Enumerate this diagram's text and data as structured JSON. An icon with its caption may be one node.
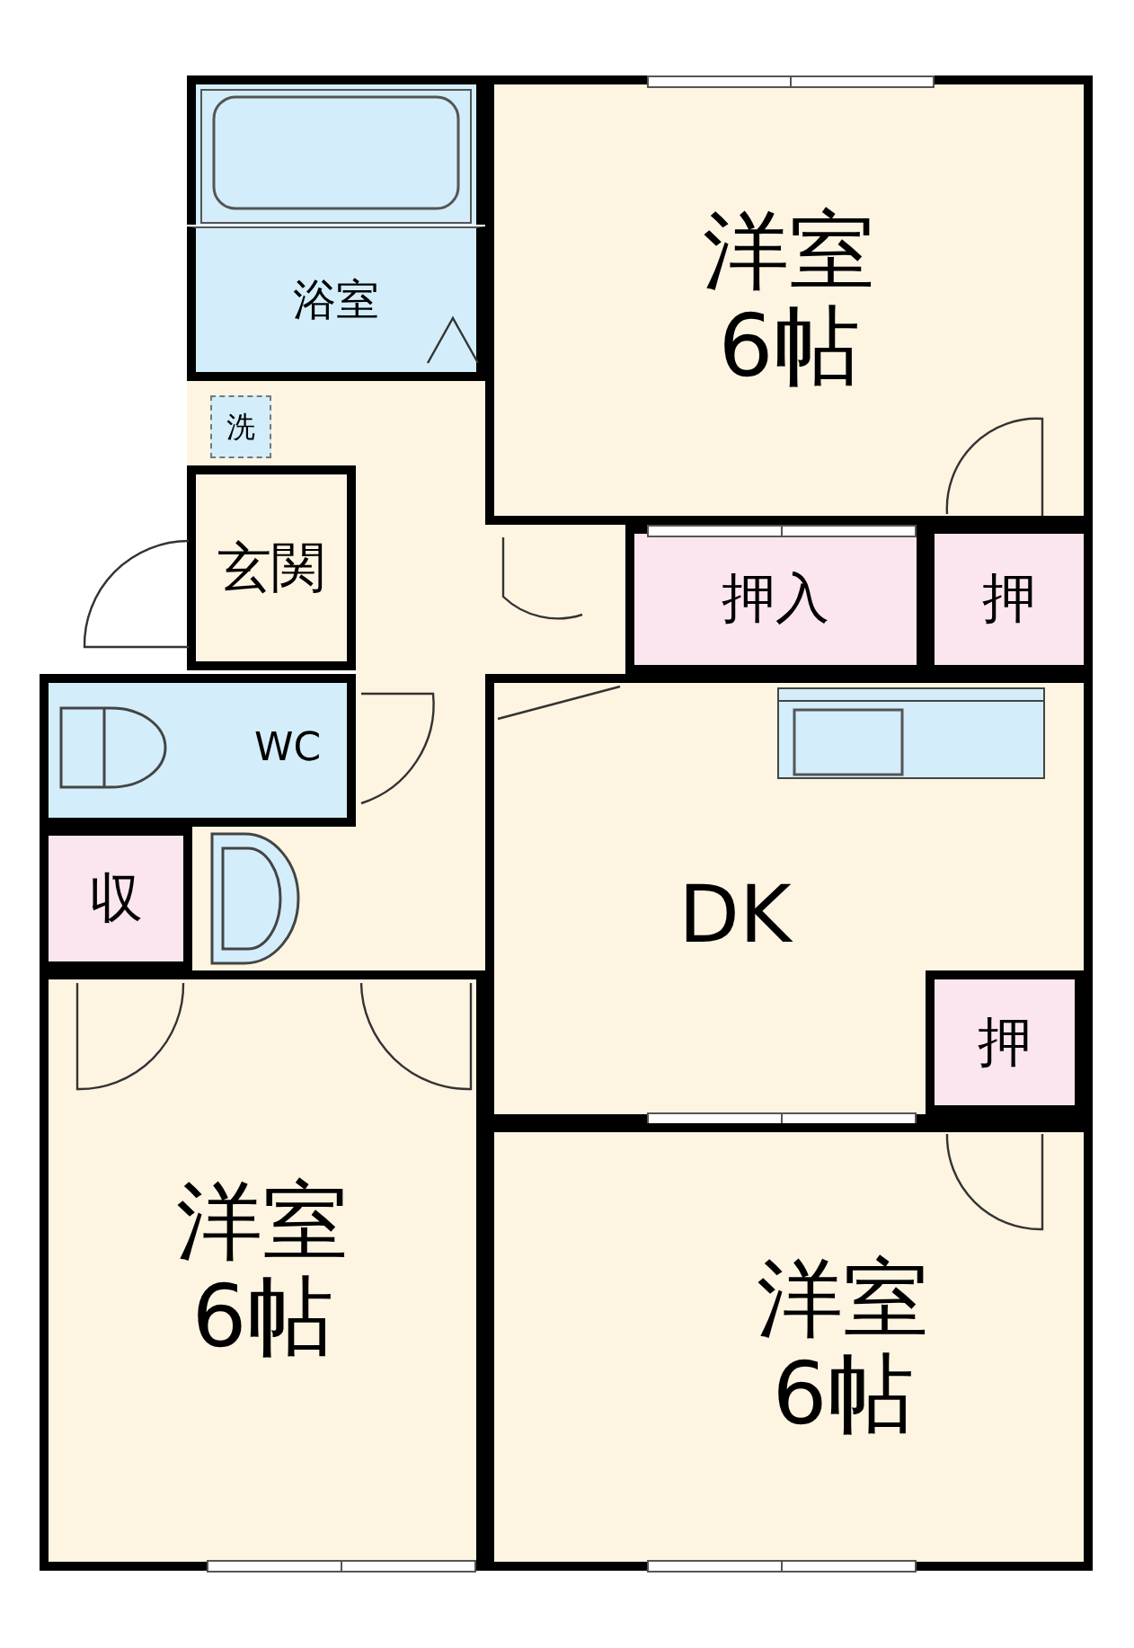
{
  "diagram": {
    "nodes": [
      {
        "text": [
          "浴室"
        ]
      },
      {
        "text": [
          "洋室6帖"
        ]
      },
      {
        "text": [
          "洗"
        ]
      },
      {
        "text": [
          "玄関"
        ]
      },
      {
        "text": [
          "押入"
        ]
      },
      {
        "text": [
          "押"
        ]
      },
      {
        "text": [
          "WC"
        ]
      },
      {
        "text": [
          "DK"
        ]
      },
      {
        "text": [
          "収"
        ]
      },
      {
        "text": [
          "押"
        ],
        "in": 7
      },
      {
        "text": [
          "洋室6帖"
        ]
      },
      {
        "text": [
          "洋室6帖"
        ]
      }
    ]
  }
}
